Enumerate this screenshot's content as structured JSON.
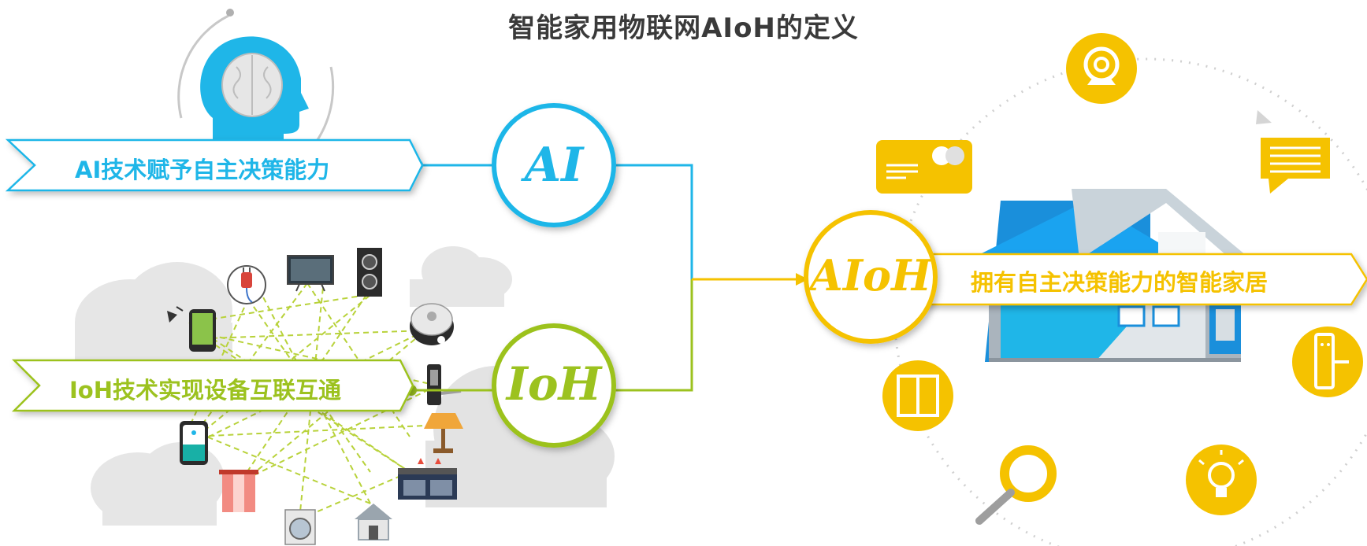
{
  "title": "智能家用物联网AIoH的定义",
  "ai_circle_label": "AI",
  "ioh_circle_label": "IoH",
  "aioh_circle_label": "AIoH",
  "ai_banner": "AI技术赋予自主决策能力",
  "ioh_banner": "IoH技术实现设备互联互通",
  "aioh_banner": "拥有自主决策能力的智能家居",
  "colors": {
    "ai": "#1fb6e8",
    "ioh": "#9cc21f",
    "aioh": "#f5c200",
    "house_blue": "#1a8fdb",
    "title": "#3a3a3a"
  },
  "icons": {
    "left": [
      "brain-head-icon",
      "plug-icon",
      "tv-icon",
      "speaker-icon",
      "robot-vacuum-icon",
      "phone-icon",
      "door-lock-icon",
      "lamp-icon",
      "water-heater-icon",
      "curtain-icon",
      "stove-icon",
      "washing-machine-icon",
      "home-icon",
      "cloud-icon"
    ],
    "right": [
      "camera-icon",
      "card-icon",
      "message-icon",
      "house-icon",
      "wall-switch-icon",
      "smart-lock-icon",
      "magnifier-icon",
      "light-bulb-icon"
    ]
  }
}
